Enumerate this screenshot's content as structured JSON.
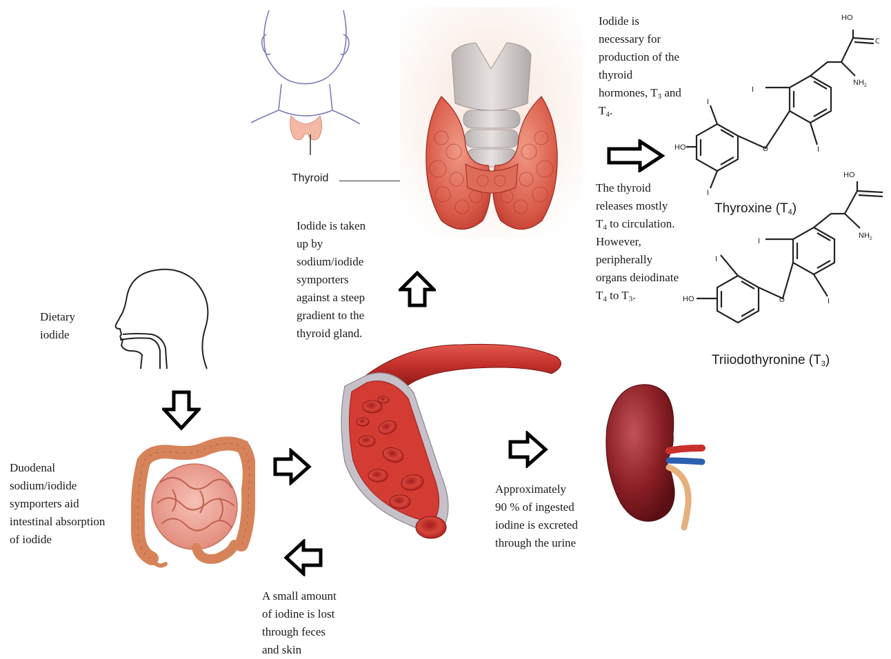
{
  "labels": {
    "thyroid": "Thyroid",
    "iodide_necessary": [
      "Iodide is",
      "necessary for",
      "production of the",
      "thyroid",
      "hormones, T",
      "and",
      "T",
      "."
    ],
    "thyroid_release": [
      "The thyroid",
      "releases mostly",
      "T",
      "to circulation.",
      "However,",
      "peripherally",
      "organs deiodinate",
      "T",
      "to T",
      "."
    ],
    "uptake": [
      "Iodide is taken",
      "up by",
      "sodium/iodide",
      "symporters",
      "against a steep",
      "gradient to the",
      "thyroid gland."
    ],
    "dietary": [
      "Dietary",
      "iodide"
    ],
    "duodenal": [
      "Duodenal",
      "sodium/iodide",
      "symporters aid",
      "intestinal absorption",
      "of iodide"
    ],
    "excreted": [
      "Approximately",
      "90 % of ingested",
      "iodine is excreted",
      "through the urine"
    ],
    "lost": [
      "A small amount",
      "of iodine is lost",
      "through feces",
      "and skin"
    ],
    "sub3": "3",
    "sub4": "4"
  },
  "molecules": {
    "t4_name": "Thyroxine (T",
    "t4_sub": "4",
    "t3_name": "Triiodothyronine (T",
    "t3_sub": "3",
    "ho": "HO",
    "o": "O",
    "nh2": "NH",
    "nh2_sub": "2",
    "i": "I"
  },
  "icons": [
    "head-outline-icon",
    "neck-outline-icon",
    "thyroid-gland-icon",
    "intestine-icon",
    "blood-vessel-icon",
    "kidney-icon",
    "arrow-down-icon",
    "arrow-up-icon",
    "arrow-right-icon",
    "arrow-left-icon"
  ],
  "colors": {
    "thyroid_red": "#c8433a",
    "blood_red": "#b3201f",
    "kidney": "#8a1f25",
    "intestine": "#e59a86",
    "outline_blue": "#6f6fb0"
  }
}
